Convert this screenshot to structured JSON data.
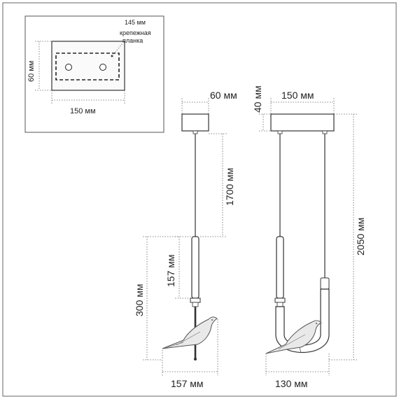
{
  "plate_view": {
    "strip_width_label": "145 мм",
    "strip_caption_line1": "крепежная",
    "strip_caption_line2": "планка",
    "height_label": "60 мм",
    "width_label": "150 мм"
  },
  "side_view": {
    "canopy_depth_label": "60 мм",
    "cable_label": "1700 мм",
    "tube_label": "157 мм",
    "body_height_label": "300 мм",
    "base_width_label": "157 мм"
  },
  "front_view": {
    "canopy_height_label": "40 мм",
    "canopy_width_label": "150 мм",
    "total_height_label": "2050 мм",
    "base_width_label": "130 мм"
  },
  "colors": {
    "line": "#3a3a3a",
    "dimension": "#777777",
    "bird": "#6b6b6b"
  }
}
